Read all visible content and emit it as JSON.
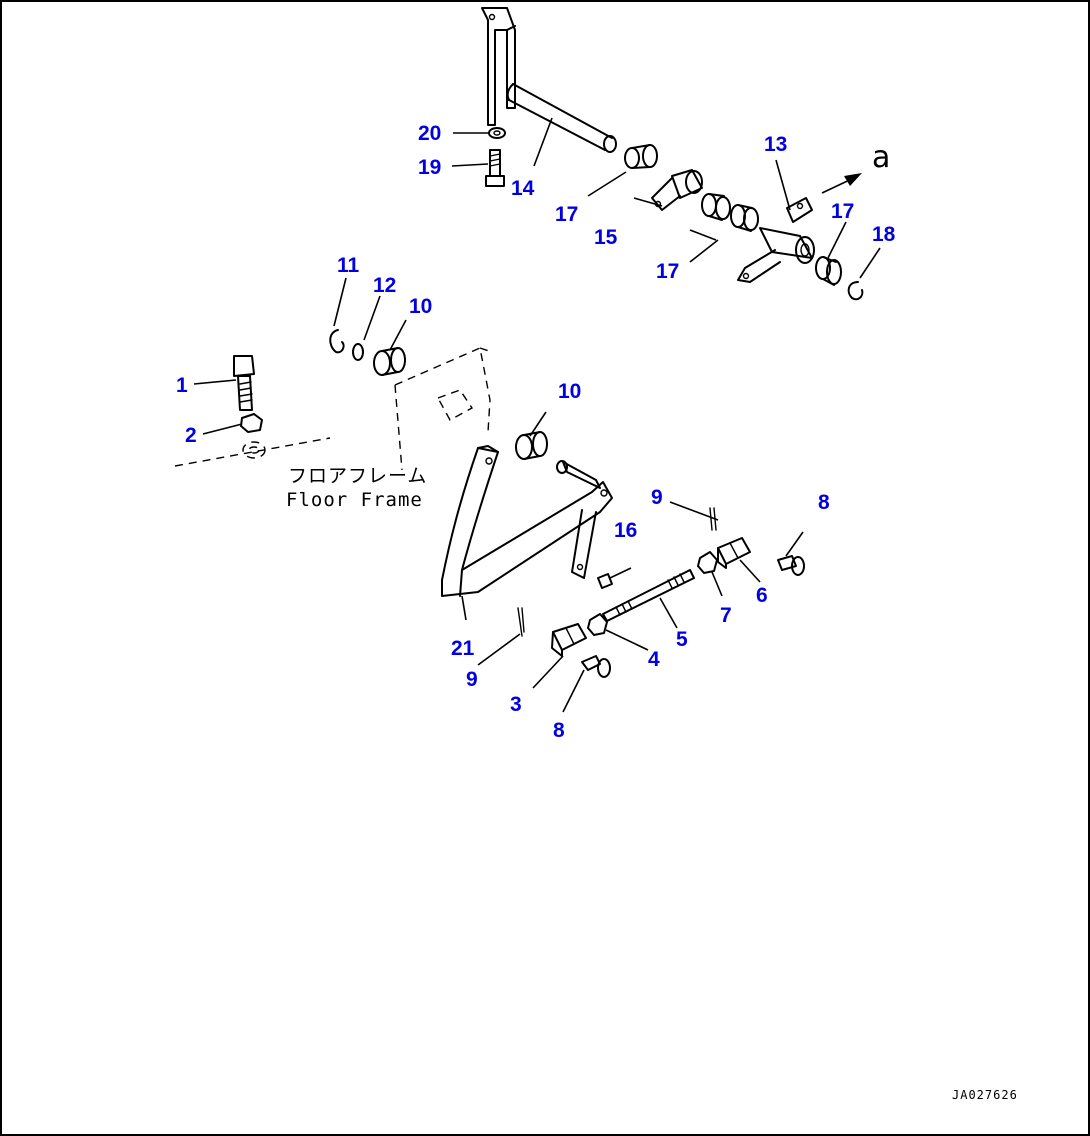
{
  "diagram": {
    "frame_label_jp": "フロアフレーム",
    "frame_label_en": "Floor Frame",
    "direction_label": "a",
    "drawing_code": "JA027626",
    "callouts": {
      "c1": "1",
      "c2": "2",
      "c3": "3",
      "c4": "4",
      "c5": "5",
      "c6": "6",
      "c7": "7",
      "c8a": "8",
      "c8b": "8",
      "c9a": "9",
      "c9b": "9",
      "c10a": "10",
      "c10b": "10",
      "c11": "11",
      "c12": "12",
      "c13": "13",
      "c14": "14",
      "c15": "15",
      "c16": "16",
      "c17a": "17",
      "c17b": "17",
      "c17c": "17",
      "c18": "18",
      "c19": "19",
      "c20": "20",
      "c21": "21"
    }
  }
}
